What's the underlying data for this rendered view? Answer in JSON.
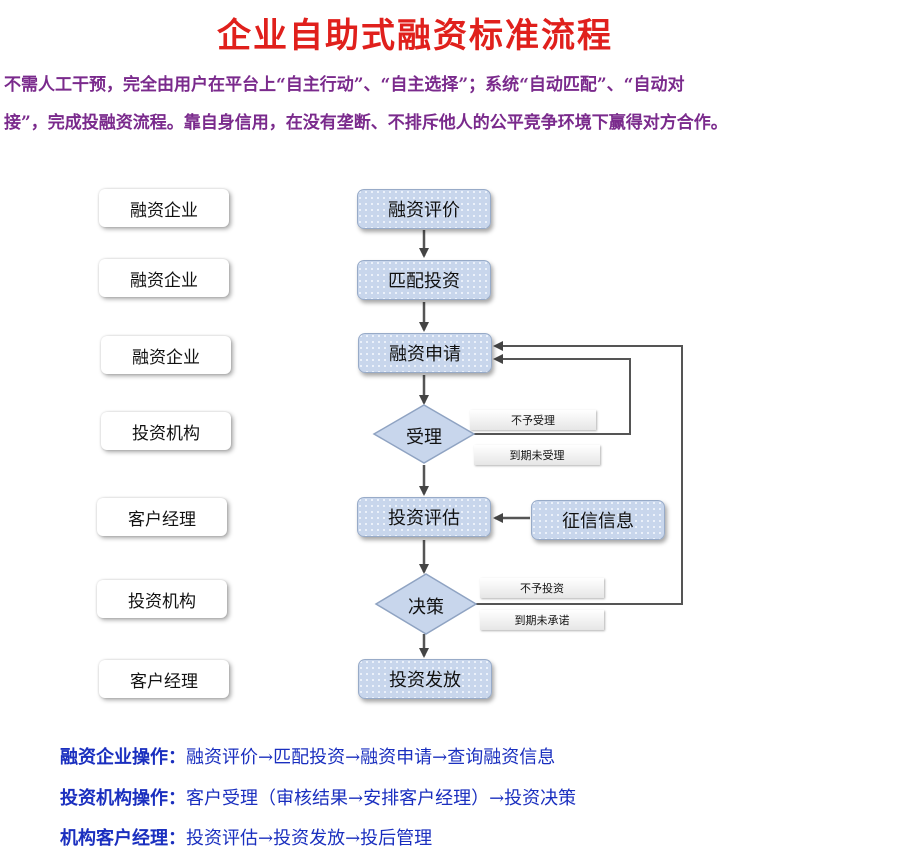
{
  "title": "企业自助式融资标准流程",
  "intro": {
    "line1": "不需人工干预，完全由用户在平台上“自主行动”、“自主选择”；系统“自动匹配”、“自动对",
    "line2": "接”，完成投融资流程。靠自身信用，在没有垄断、不排斥他人的公平竞争环境下赢得对方合作。"
  },
  "roles": [
    "融资企业",
    "融资企业",
    "融资企业",
    "投资机构",
    "客户经理",
    "投资机构",
    "客户经理"
  ],
  "steps": {
    "evaluate": "融资评价",
    "match": "匹配投资",
    "apply": "融资申请",
    "accept": "受理",
    "assess": "投资评估",
    "credit": "征信信息",
    "decide": "决策",
    "release": "投资发放"
  },
  "tags": {
    "not_accepted": "不予受理",
    "expired_unaccepted": "到期未受理",
    "no_invest": "不予投资",
    "expired_uncommitted": "到期未承诺"
  },
  "operations": [
    {
      "label": "融资企业操作：",
      "text": "融资评价→匹配投资→融资申请→查询融资信息"
    },
    {
      "label": "投资机构操作：",
      "text": "客户受理（审核结果→安排客户经理）→投资决策"
    },
    {
      "label": "机构客户经理：",
      "text": "投资评估→投资发放→投后管理"
    }
  ]
}
